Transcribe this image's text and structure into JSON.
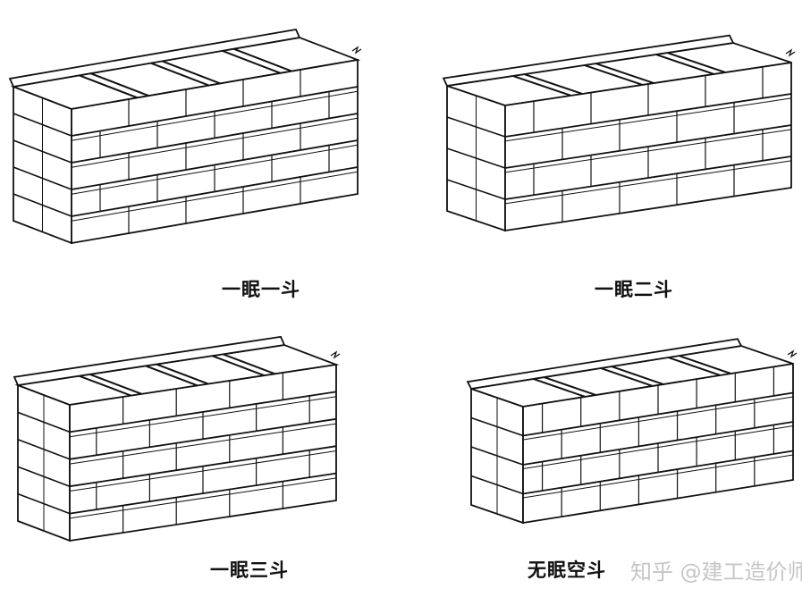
{
  "figures": [
    {
      "id": "one-rowlock-one-stretcher",
      "caption": "一眠一斗",
      "courses": 5
    },
    {
      "id": "one-rowlock-two-stretcher",
      "caption": "一眠二斗",
      "courses": 4
    },
    {
      "id": "one-rowlock-three-stretcher",
      "caption": "一眠三斗",
      "courses": 5
    },
    {
      "id": "no-rowlock-hollow",
      "caption": "无眠空斗",
      "courses": 4
    }
  ],
  "watermark": "知乎 @建工造价师",
  "colors": {
    "line": "#111111",
    "background": "#ffffff"
  }
}
